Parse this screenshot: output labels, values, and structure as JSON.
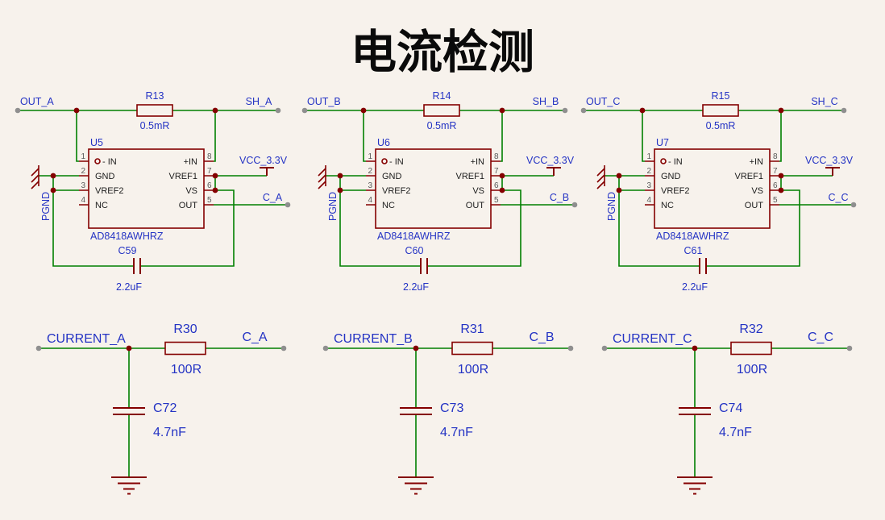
{
  "title": "电流检测",
  "colors": {
    "background": "#f7f2ec",
    "wire": "#008000",
    "component": "#840000",
    "label": "#2433c4",
    "pin_text": "#1c1c1c",
    "pin_number": "#5a5a5a",
    "junction": "#840000",
    "terminal": "#8f8f8f",
    "title": "#0a0a0a"
  },
  "power": {
    "vcc_label": "VCC_3.3V",
    "gnd_label": "PGND"
  },
  "ic": {
    "part_number": "AD8418AWHRZ",
    "left_pins": [
      {
        "num": "1",
        "name": "- IN"
      },
      {
        "num": "2",
        "name": "GND"
      },
      {
        "num": "3",
        "name": "VREF2"
      },
      {
        "num": "4",
        "name": "NC"
      }
    ],
    "right_pins": [
      {
        "num": "8",
        "name": "+IN"
      },
      {
        "num": "7",
        "name": "VREF1"
      },
      {
        "num": "6",
        "name": "VS"
      },
      {
        "num": "5",
        "name": "OUT"
      }
    ]
  },
  "channels": [
    {
      "id": "A",
      "out_net": "OUT_A",
      "shunt_net": "SH_A",
      "shunt_ref": "R13",
      "shunt_value": "0.5mR",
      "amp_ref": "U5",
      "bypass_ref": "C59",
      "bypass_value": "2.2uF",
      "sense_net": "C_A",
      "current_net": "CURRENT_A",
      "filter_r_ref": "R30",
      "filter_r_value": "100R",
      "filter_c_ref": "C72",
      "filter_c_value": "4.7nF"
    },
    {
      "id": "B",
      "out_net": "OUT_B",
      "shunt_net": "SH_B",
      "shunt_ref": "R14",
      "shunt_value": "0.5mR",
      "amp_ref": "U6",
      "bypass_ref": "C60",
      "bypass_value": "2.2uF",
      "sense_net": "C_B",
      "current_net": "CURRENT_B",
      "filter_r_ref": "R31",
      "filter_r_value": "100R",
      "filter_c_ref": "C73",
      "filter_c_value": "4.7nF"
    },
    {
      "id": "C",
      "out_net": "OUT_C",
      "shunt_net": "SH_C",
      "shunt_ref": "R15",
      "shunt_value": "0.5mR",
      "amp_ref": "U7",
      "bypass_ref": "C61",
      "bypass_value": "2.2uF",
      "sense_net": "C_C",
      "current_net": "CURRENT_C",
      "filter_r_ref": "R32",
      "filter_r_value": "100R",
      "filter_c_ref": "C74",
      "filter_c_value": "4.7nF"
    }
  ]
}
